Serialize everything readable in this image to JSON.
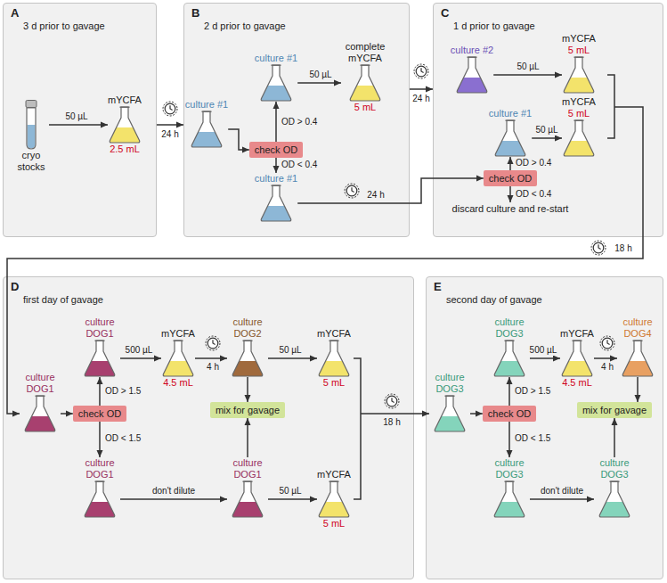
{
  "diagram": {
    "nodes": [
      {
        "text": [
          "A",
          "3 d prior to gavage"
        ]
      },
      {
        "text": [
          "B",
          "2 d prior to gavage"
        ]
      },
      {
        "text": [
          "C",
          "1 d prior to gavage"
        ]
      },
      {
        "text": [
          "D",
          "first day of gavage"
        ]
      },
      {
        "text": [
          "E",
          "second day of gavage"
        ]
      },
      {
        "text": [
          "cryo stocks"
        ],
        "in": 0
      },
      {
        "text": [
          "mYCFA",
          "2.5 mL"
        ],
        "in": 0
      },
      {
        "text": [
          "culture #1"
        ],
        "in": 1
      },
      {
        "text": [
          "check OD"
        ],
        "in": 1
      },
      {
        "text": [
          "culture #1"
        ],
        "in": 1
      },
      {
        "text": [
          "complete mYCFA",
          "5 mL"
        ],
        "in": 1
      },
      {
        "text": [
          "culture #1"
        ],
        "in": 1
      },
      {
        "text": [
          "culture #2"
        ],
        "in": 2
      },
      {
        "text": [
          "mYCFA",
          "5 mL"
        ],
        "in": 2
      },
      {
        "text": [
          "culture #1"
        ],
        "in": 2
      },
      {
        "text": [
          "mYCFA",
          "5 mL"
        ],
        "in": 2
      },
      {
        "text": [
          "check OD"
        ],
        "in": 2
      },
      {
        "text": [
          "discard culture and re-start"
        ],
        "in": 2
      },
      {
        "text": [
          "culture DOG1"
        ],
        "in": 3
      },
      {
        "text": [
          "check OD"
        ],
        "in": 3
      },
      {
        "text": [
          "culture DOG1"
        ],
        "in": 3
      },
      {
        "text": [
          "mYCFA",
          "4.5 mL"
        ],
        "in": 3
      },
      {
        "text": [
          "culture DOG2"
        ],
        "in": 3
      },
      {
        "text": [
          "mYCFA",
          "5 mL"
        ],
        "in": 3
      },
      {
        "text": [
          "mix for gavage"
        ],
        "in": 3
      },
      {
        "text": [
          "culture DOG1"
        ],
        "in": 3
      },
      {
        "text": [
          "culture DOG1"
        ],
        "in": 3
      },
      {
        "text": [
          "mYCFA",
          "5 mL"
        ],
        "in": 3
      },
      {
        "text": [
          "culture DOG3"
        ],
        "in": 4
      },
      {
        "text": [
          "check OD"
        ],
        "in": 4
      },
      {
        "text": [
          "culture DOG3"
        ],
        "in": 4
      },
      {
        "text": [
          "mYCFA",
          "4.5 mL"
        ],
        "in": 4
      },
      {
        "text": [
          "culture DOG4"
        ],
        "in": 4
      },
      {
        "text": [
          "mix for gavage"
        ],
        "in": 4
      },
      {
        "text": [
          "culture DOG3"
        ],
        "in": 4
      },
      {
        "text": [
          "culture DOG3"
        ],
        "in": 4
      }
    ],
    "edges": [
      {
        "from": 5,
        "to": 6,
        "arrow": "to",
        "label": "50 µL"
      },
      {
        "from": 0,
        "to": 1,
        "arrow": "to",
        "label": "24 h"
      },
      {
        "from": 7,
        "to": 8,
        "arrow": "to"
      },
      {
        "from": 8,
        "to": 9,
        "arrow": "to",
        "label": "OD > 0.4"
      },
      {
        "from": 8,
        "to": 11,
        "arrow": "to",
        "label": "OD < 0.4"
      },
      {
        "from": 9,
        "to": 10,
        "arrow": "to",
        "label": "50 µL"
      },
      {
        "from": 1,
        "to": 2,
        "arrow": "to",
        "label": "24 h"
      },
      {
        "from": 11,
        "to": 16,
        "arrow": "to",
        "label": "24 h"
      },
      {
        "from": 12,
        "to": 13,
        "arrow": "to",
        "label": "50 µL"
      },
      {
        "from": 16,
        "to": 14,
        "arrow": "to",
        "label": "OD > 0.4"
      },
      {
        "from": 16,
        "to": 17,
        "arrow": "to",
        "label": "OD < 0.4"
      },
      {
        "from": 14,
        "to": 15,
        "arrow": "to",
        "label": "50 µL"
      },
      {
        "from": 2,
        "to": 18,
        "arrow": "to",
        "label": "18 h"
      },
      {
        "from": 18,
        "to": 19,
        "arrow": "to"
      },
      {
        "from": 19,
        "to": 20,
        "arrow": "to",
        "label": "OD > 1.5"
      },
      {
        "from": 20,
        "to": 21,
        "arrow": "to",
        "label": "500 µL"
      },
      {
        "from": 21,
        "to": 22,
        "arrow": "to",
        "label": "4 h"
      },
      {
        "from": 22,
        "to": 23,
        "arrow": "to",
        "label": "50 µL"
      },
      {
        "from": 22,
        "to": 24,
        "arrow": "to"
      },
      {
        "from": 19,
        "to": 25,
        "arrow": "to",
        "label": "OD < 1.5"
      },
      {
        "from": 25,
        "to": 26,
        "arrow": "to",
        "label": "don't dilute"
      },
      {
        "from": 26,
        "to": 24,
        "arrow": "to"
      },
      {
        "from": 26,
        "to": 27,
        "arrow": "to",
        "label": "50 µL"
      },
      {
        "from": 3,
        "to": 28,
        "arrow": "to",
        "label": "18 h"
      },
      {
        "from": 28,
        "to": 29,
        "arrow": "to"
      },
      {
        "from": 29,
        "to": 30,
        "arrow": "to",
        "label": "OD > 1.5"
      },
      {
        "from": 30,
        "to": 31,
        "arrow": "to",
        "label": "500 µL"
      },
      {
        "from": 31,
        "to": 32,
        "arrow": "to",
        "label": "4 h"
      },
      {
        "from": 32,
        "to": 33,
        "arrow": "to"
      },
      {
        "from": 29,
        "to": 34,
        "arrow": "to",
        "label": "OD < 1.5"
      },
      {
        "from": 34,
        "to": 35,
        "arrow": "to",
        "label": "don't dilute"
      },
      {
        "from": 35,
        "to": 33,
        "arrow": "to"
      }
    ]
  }
}
